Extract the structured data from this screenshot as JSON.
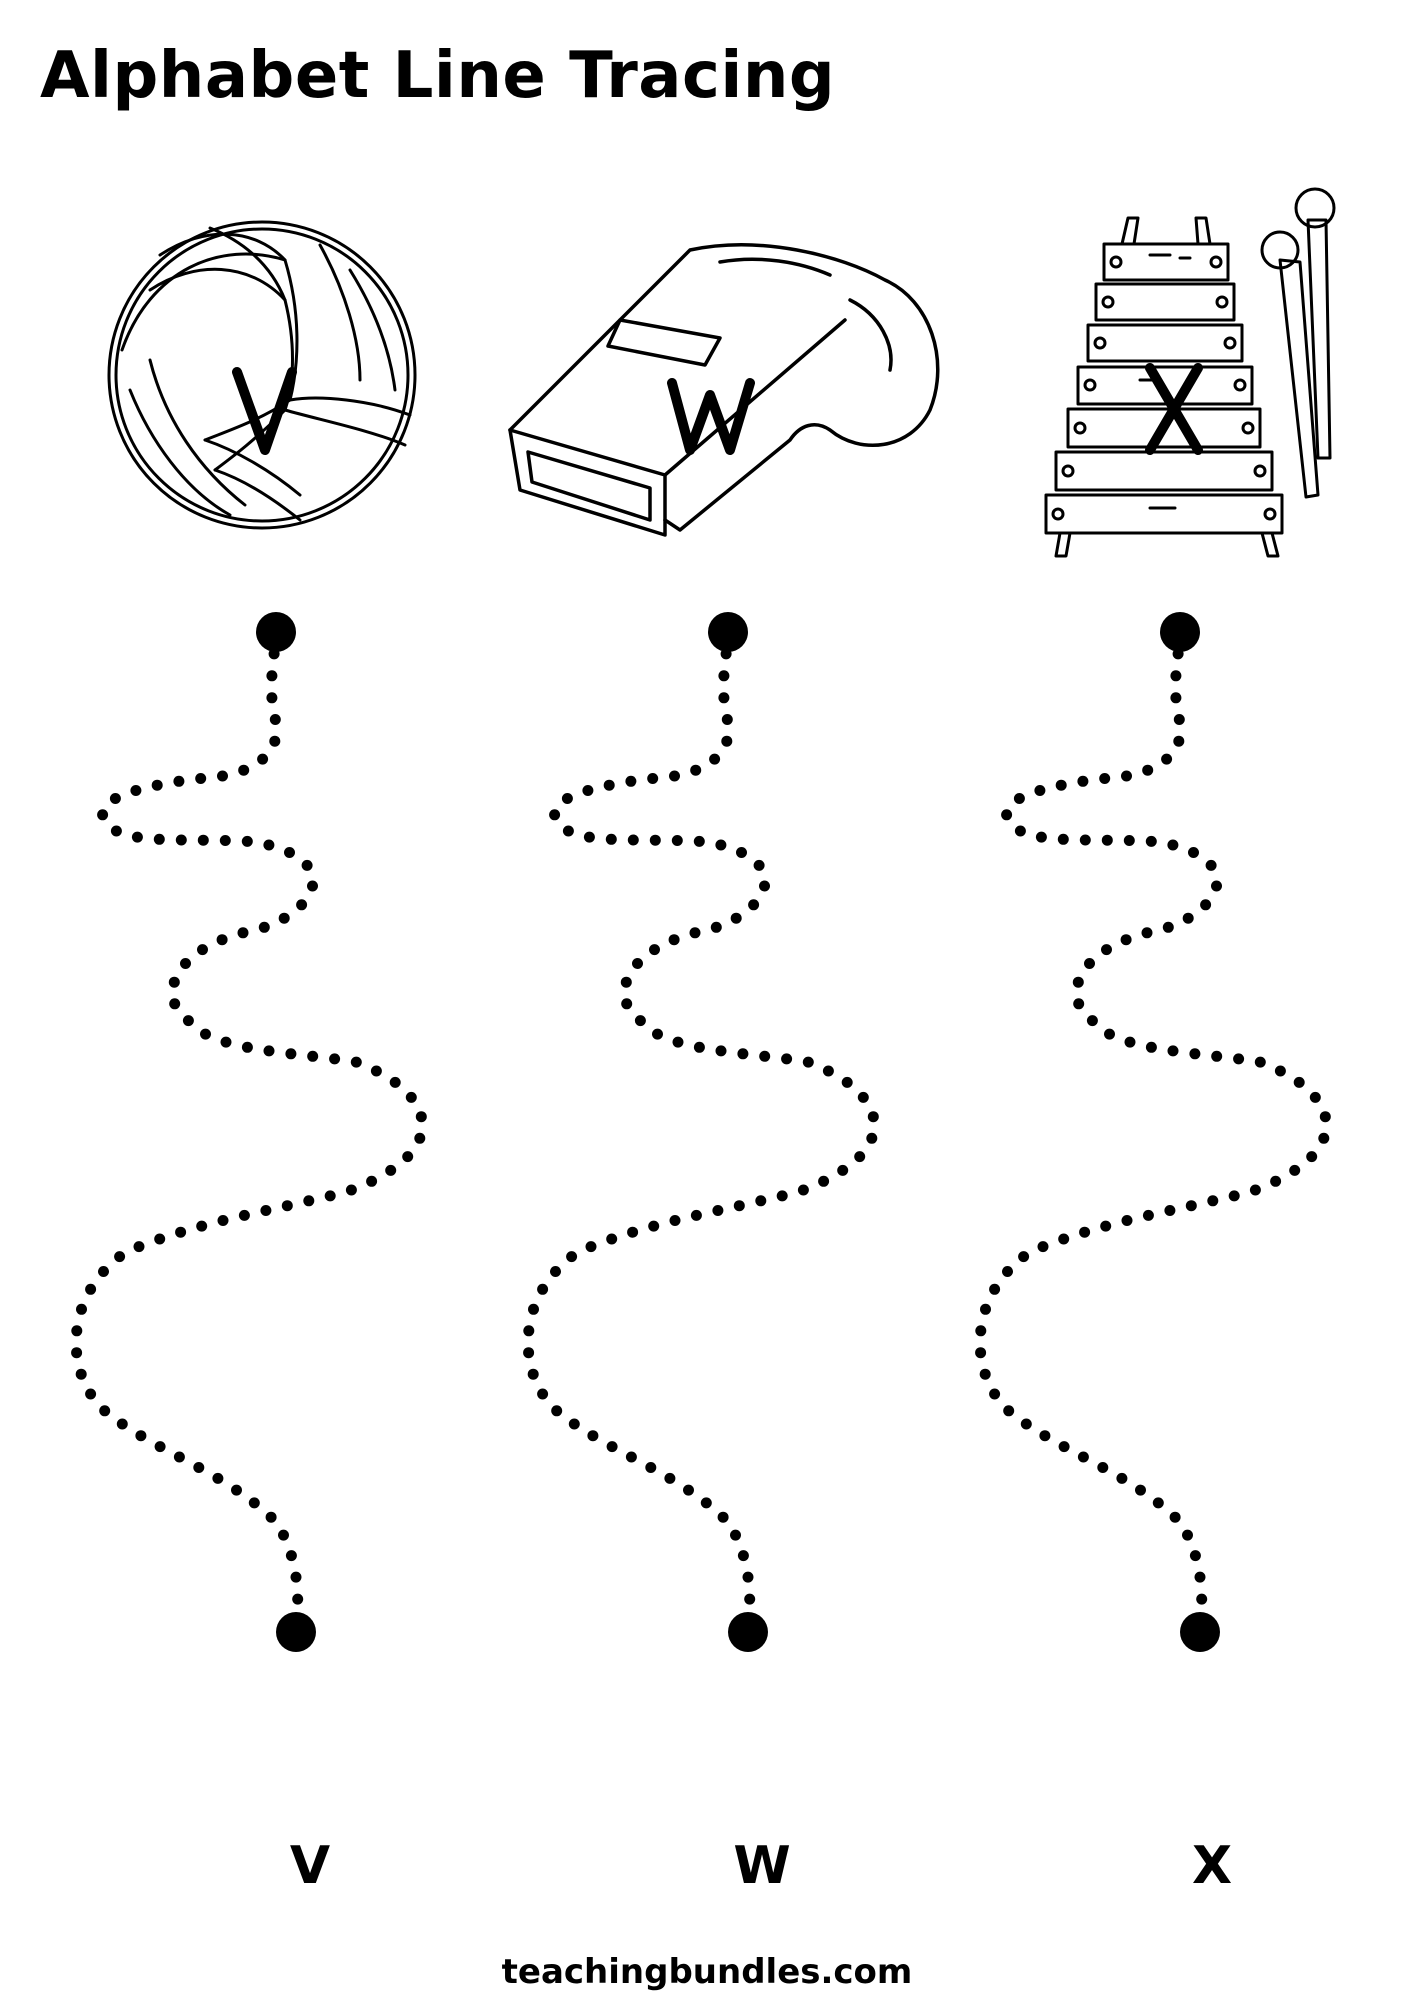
{
  "header": {
    "title": "Alphabet Line Tracing"
  },
  "items": [
    {
      "letter": "V",
      "picture": "volleyball-icon"
    },
    {
      "letter": "W",
      "picture": "whistle-icon"
    },
    {
      "letter": "X",
      "picture": "xylophone-icon"
    }
  ],
  "footer": {
    "site": "teachingbundles.com"
  },
  "colors": {
    "ink": "#000000",
    "paper": "#ffffff"
  }
}
